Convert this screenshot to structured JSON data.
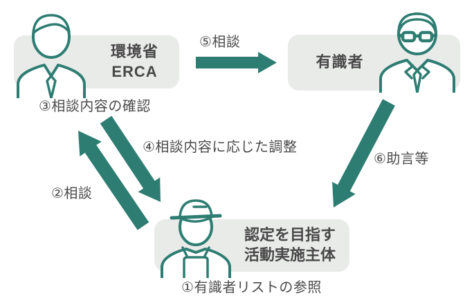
{
  "colors": {
    "teal": "#2E7D72",
    "box_bg": "#E9EBE9",
    "text": "#4A4A4A"
  },
  "nodes": {
    "moe": {
      "line1": "環境省",
      "line2": "ERCA",
      "icon": "business-person-icon",
      "annotation": "③相談内容の確認"
    },
    "expert": {
      "label": "有識者",
      "icon": "expert-with-glasses-icon"
    },
    "entity": {
      "line1": "認定を目指す",
      "line2": "活動実施主体",
      "icon": "worker-with-cap-icon",
      "annotation": "①有識者リストの参照"
    }
  },
  "arrows": [
    {
      "label": "⑤相談",
      "from": "moe",
      "to": "expert",
      "direction": "right"
    },
    {
      "label": "⑥助言等",
      "from": "expert",
      "to": "entity",
      "direction": "down-left"
    },
    {
      "label": "②相談",
      "from": "entity",
      "to": "moe",
      "direction": "up-left"
    },
    {
      "label": "④相談内容に応じた調整",
      "from": "moe",
      "to": "entity",
      "direction": "down-right"
    }
  ]
}
